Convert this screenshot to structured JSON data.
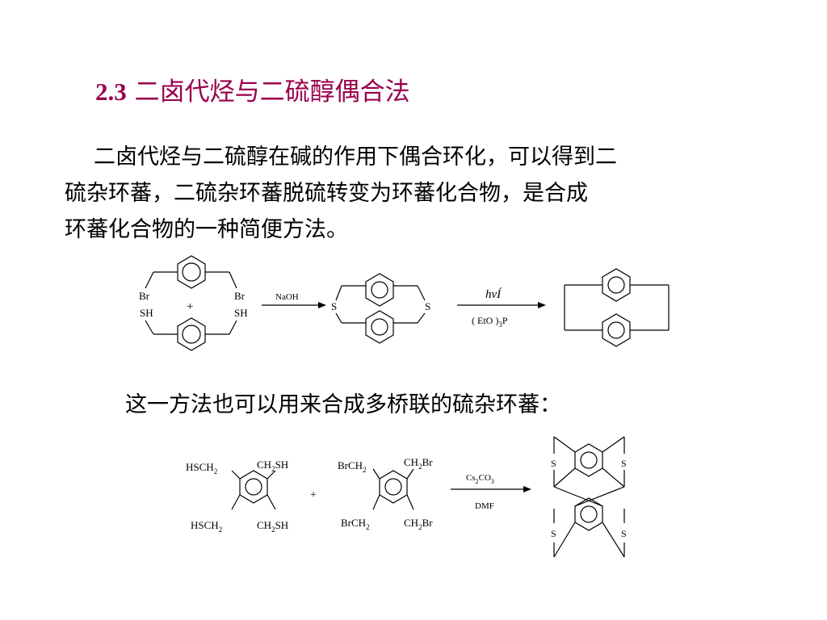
{
  "title": {
    "number": "2.3",
    "text": "二卤代烃与二硫醇偶合法"
  },
  "paragraph": [
    "二卤代烃与二硫醇在碱的作用下偶合环化，可以得到二",
    "硫杂环蕃，二硫杂环蕃脱硫转变为环蕃化合物，是合成",
    "环蕃化合物的一种简便方法。"
  ],
  "note": "这一方法也可以用来合成多桥联的硫杂环蕃：",
  "scheme1": {
    "br_left": "Br",
    "br_right": "Br",
    "sh_left": "SH",
    "sh_right": "SH",
    "plus": "+",
    "reagent1": "NaOH",
    "s_left": "S",
    "s_right": "S",
    "reagent2_top": "hνÍ",
    "reagent2_bottom_pre": "( EtO )",
    "reagent2_bottom_sub": "3",
    "reagent2_bottom_post": "P"
  },
  "scheme2": {
    "hsch2_top": "HSCH",
    "hsch2_bottom": "HSCH",
    "ch2sh_top": "CH",
    "ch2sh_bottom": "CH",
    "sh_suffix": "SH",
    "brch2_top": "BrCH",
    "brch2_bottom": "BrCH",
    "ch2br_top": "CH",
    "ch2br_bottom": "CH",
    "br_suffix": "Br",
    "sub2": "2",
    "plus": "+",
    "reagent_top_cs": "Cs",
    "reagent_top_sub2": "2",
    "reagent_top_co": "CO",
    "reagent_top_sub3": "3",
    "reagent_bottom": "DMF",
    "s_label": "S"
  }
}
